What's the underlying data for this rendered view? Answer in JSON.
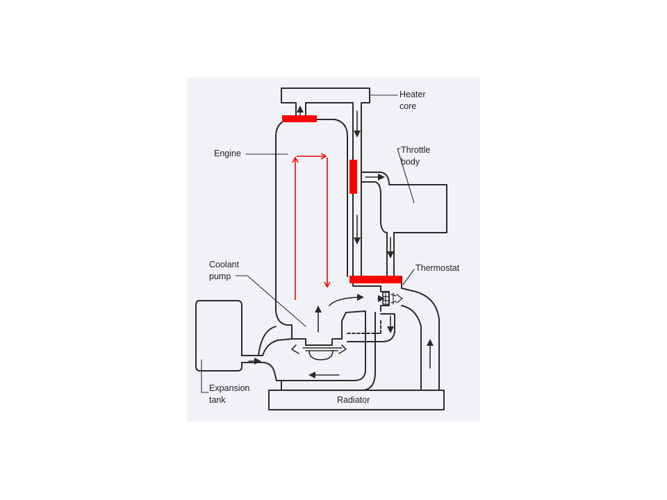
{
  "labels": {
    "heater_core": [
      "Heater",
      "core"
    ],
    "throttle_body": [
      "Throttle",
      "body"
    ],
    "engine": "Engine",
    "coolant_pump": [
      "Coolant",
      "pump"
    ],
    "thermostat": "Thermostat",
    "expansion_tank": [
      "Expansion",
      "tank"
    ],
    "radiator": "Radiator"
  },
  "colors": {
    "background": "#f1f2f6",
    "line": "#2a2a2a",
    "highlight": "#ff0000"
  }
}
